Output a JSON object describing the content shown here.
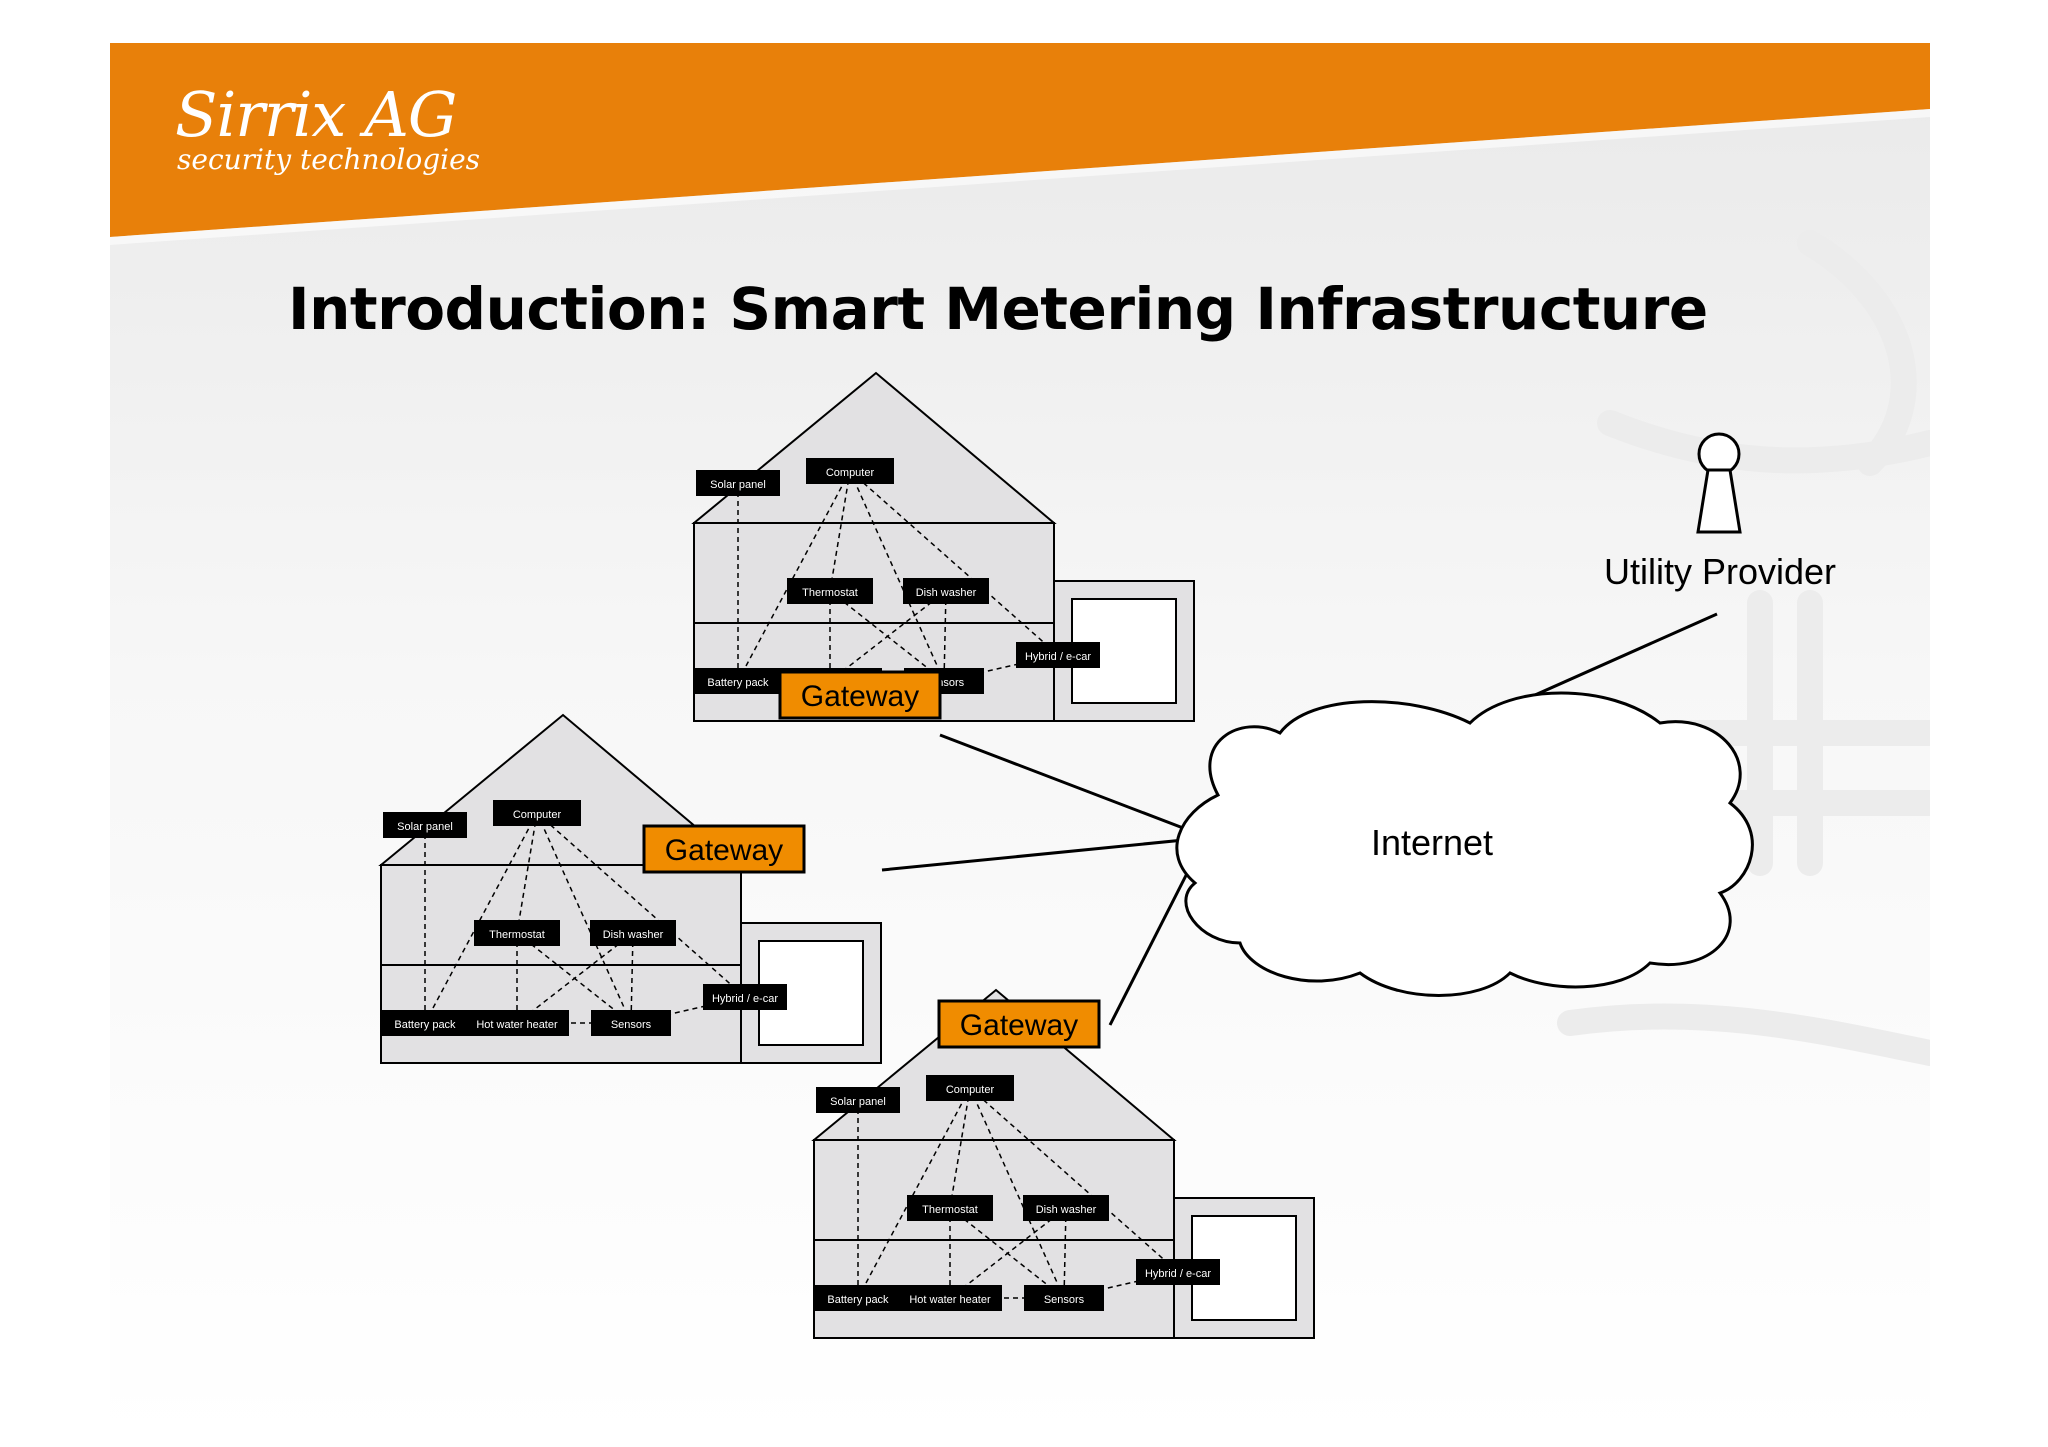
{
  "brand": {
    "name": "Sirrix AG",
    "tagline": "security technologies"
  },
  "slide": {
    "title": "Introduction: Smart Metering Infrastructure"
  },
  "devices": {
    "solar_panel": "Solar panel",
    "computer": "Computer",
    "thermostat": "Thermostat",
    "dish_washer": "Dish washer",
    "battery_pack": "Battery pack",
    "hot_water_heater": "Hot water heater",
    "sensors": "Sensors",
    "hybrid_ecar": "Hybrid / e-car"
  },
  "gateway_label": "Gateway",
  "internet_label": "Internet",
  "utility_provider_label": "Utility Provider",
  "colors": {
    "header_orange": "#E8800A",
    "gateway_fill": "#F08C00",
    "house_fill": "#E2E1E3",
    "device_fill": "#000000",
    "device_text": "#FFFFFF"
  }
}
